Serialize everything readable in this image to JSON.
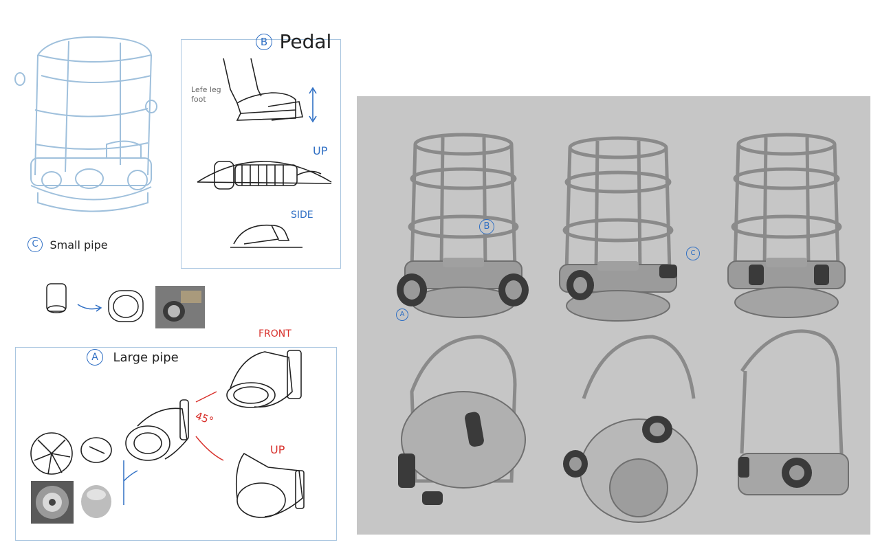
{
  "sections": {
    "pedal": {
      "marker": "B",
      "title": "Pedal",
      "foot_note": "Lefe leg foot",
      "label_up": "UP",
      "label_side": "SIDE"
    },
    "small_pipe": {
      "marker": "C",
      "title": "Small pipe"
    },
    "large_pipe": {
      "marker": "A",
      "title": "Large pipe",
      "label_front": "FRONT",
      "label_up": "UP",
      "angle": "45°"
    }
  },
  "render_callouts": {
    "b_label": "B",
    "a_label": "A",
    "c_label": "C"
  },
  "colors": {
    "sketch_blue": "#2f6fc4",
    "sketch_red": "#d8312c",
    "light_blue_sketch": "#9fc0dc",
    "render_bg": "#c6c6c6",
    "model_grey": "#8a8a8a"
  }
}
